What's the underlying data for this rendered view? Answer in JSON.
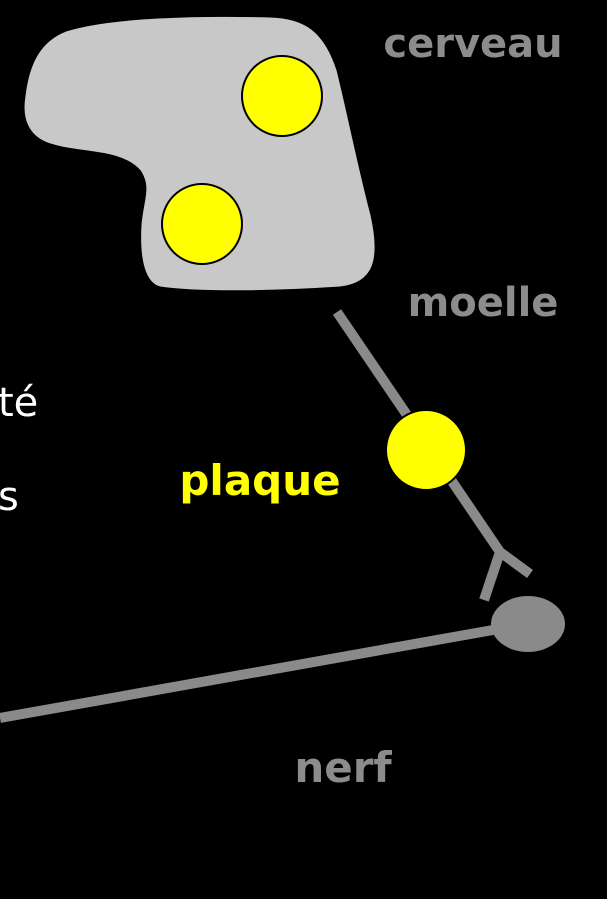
{
  "labels": {
    "brain": "cerveau",
    "spinal_cord": "moelle",
    "plaque": "plaque",
    "nerve": "nerf",
    "cut_text_1": "té",
    "cut_text_2": "s"
  },
  "colors": {
    "background": "#000000",
    "brain_fill": "#c8c8c8",
    "line": "#8a8a8a",
    "plaque_fill": "#ffff00",
    "label_gray": "#8c8c8c",
    "label_yellow": "#ffff00",
    "cut_text": "#ffffff"
  }
}
